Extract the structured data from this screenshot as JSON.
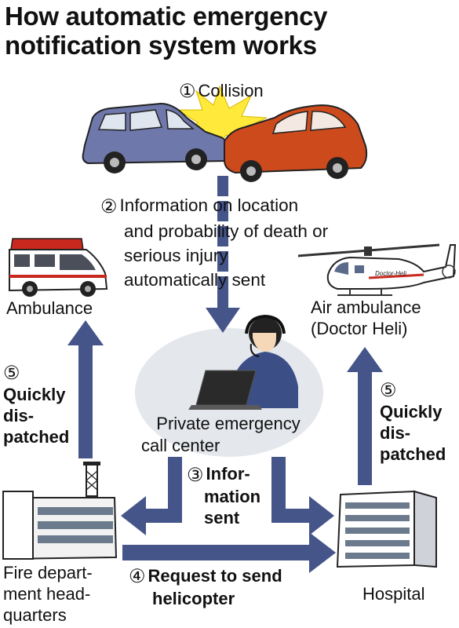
{
  "title": {
    "line1": "How automatic emergency",
    "line2": "notification system works"
  },
  "steps": {
    "collision": {
      "num": "①",
      "text": "Collision"
    },
    "info": {
      "num": "②",
      "lines": [
        "Information on location",
        "and probability of death or",
        "serious injury",
        "automatically sent"
      ]
    },
    "info_sent": {
      "num": "③",
      "lines": [
        "Infor-",
        "mation",
        "sent"
      ]
    },
    "request": {
      "num": "④",
      "lines": [
        "Request to send",
        "helicopter"
      ]
    },
    "dispatch_left": {
      "num": "⑤",
      "lines": [
        "Quickly",
        "dis-",
        "patched"
      ]
    },
    "dispatch_right": {
      "num": "⑤",
      "lines": [
        "Quickly",
        "dis-",
        "patched"
      ]
    }
  },
  "nodes": {
    "ambulance": {
      "label": "Ambulance"
    },
    "air_ambulance": {
      "lines": [
        "Air ambulance",
        "(Doctor Heli)"
      ],
      "heli_text": "Doctor-Heli"
    },
    "call_center": {
      "lines": [
        "Private emergency",
        "call center"
      ]
    },
    "fire_dept": {
      "lines": [
        "Fire depart-",
        "ment head-",
        "quarters"
      ]
    },
    "hospital": {
      "label": "Hospital"
    }
  },
  "colors": {
    "arrow": "#45558a",
    "car_left": "#6f78ab",
    "car_right": "#cc4a1c",
    "ellipse": "#e4e7ec",
    "flash": "#ffe93a"
  }
}
